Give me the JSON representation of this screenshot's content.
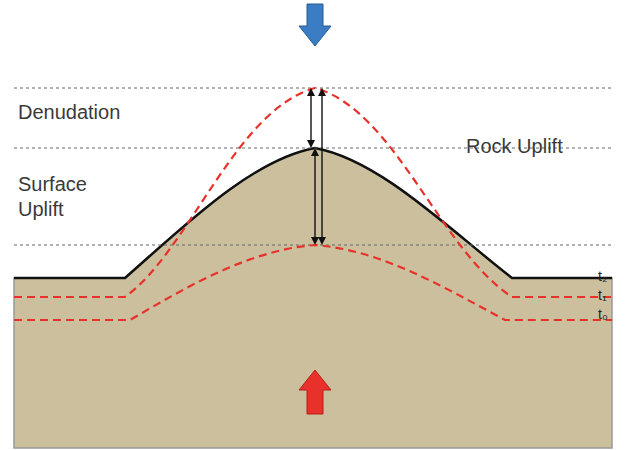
{
  "diagram": {
    "labels": [
      "Denudation",
      "Surface Uplift",
      "Rock Uplift",
      "t₂",
      "t₁",
      "t₀"
    ]
  }
}
